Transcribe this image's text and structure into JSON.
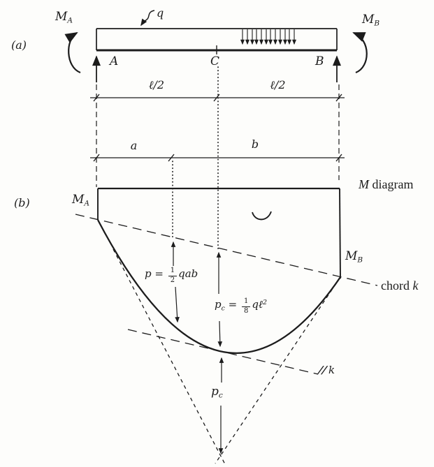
{
  "colors": {
    "ink": "#1c1c1c",
    "paper": "#fdfdfb"
  },
  "labels": {
    "part_a": "(a)",
    "part_b": "(b)",
    "beam": {
      "moment_left_main": "M",
      "moment_left_sub": "A",
      "moment_right_main": "M",
      "moment_right_sub": "B",
      "load": "q",
      "end_a": "A",
      "mid_c": "C",
      "end_b": "B"
    },
    "dims": {
      "left_half": "ℓ/2",
      "right_half": "ℓ/2",
      "a": "a",
      "b": "b"
    },
    "mdiagram": {
      "title_m": "M",
      "title_rest": " diagram",
      "moment_a_main": "M",
      "moment_a_sub": "A",
      "moment_b_main": "M",
      "moment_b_sub": "B",
      "chord_word": "chord ",
      "chord_k": "k",
      "parallel_marks": "//",
      "parallel_k": "k",
      "p_eq_p": "p",
      "p_eq_eq": " = ",
      "p_eq_num": "1",
      "p_eq_den": "2",
      "p_eq_tail": "qab",
      "pc_eq_p": "p",
      "pc_eq_sub": "c",
      "pc_eq_eq": " = ",
      "pc_eq_num": "1",
      "pc_eq_den": "8",
      "pc_eq_tail": "qℓ",
      "pc_eq_sup": "2",
      "pc_p": "p",
      "pc_sub": "c"
    }
  }
}
